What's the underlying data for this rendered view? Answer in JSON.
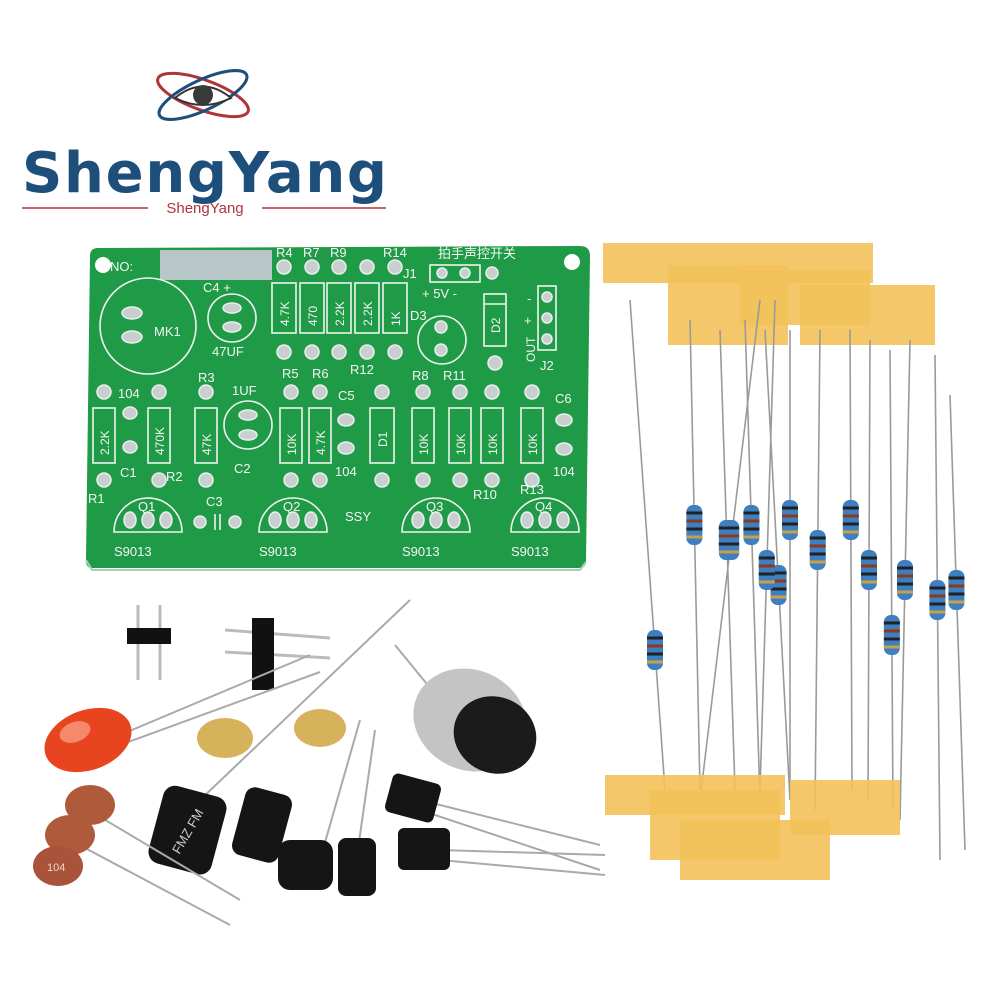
{
  "logo": {
    "brand": "ShengYang",
    "subtitle": "ShengYang",
    "colors": {
      "blue": "#1d4f7a",
      "red": "#b0343c"
    }
  },
  "pcb": {
    "color": "#1f9a47",
    "no_label": "NO:",
    "title_cn": "拍手声控开关",
    "brand_mark": "SSY",
    "mic": "MK1",
    "labels": {
      "r4": "R4",
      "r7": "R7",
      "r9": "R9",
      "r14": "R14",
      "j1": "J1",
      "j2": "J2",
      "v5": "+ 5V -",
      "out": "OUT",
      "out_plus": "+",
      "out_minus": "-",
      "c4": "C4 +",
      "c4_val": "47UF",
      "d3": "D3",
      "d2": "D2",
      "d1": "D1",
      "r5": "R5",
      "r6": "R6",
      "r12": "R12",
      "r8": "R8",
      "r11": "R11",
      "r3": "R3",
      "c1_val": "104",
      "c2_val": "1UF",
      "c2": "C2",
      "c5": "C5",
      "c5_val": "104",
      "c6": "C6",
      "c6_val": "104",
      "c1": "C1",
      "r1": "R1",
      "r2": "R2",
      "c3": "C3",
      "r10": "R10",
      "r13": "R13",
      "q1": "Q1",
      "q2": "Q2",
      "q3": "Q3",
      "q4": "Q4",
      "q1_type": "S9013",
      "q2_type": "S9013",
      "q3_type": "S9013",
      "q4_type": "S9013"
    },
    "resistors_top": [
      "4.7K",
      "470",
      "2.2K",
      "2.2K",
      "1K"
    ],
    "resistors_bottom": [
      "2.2K",
      "470K",
      "47K",
      "10K",
      "4.7K",
      "10K",
      "10K",
      "10K",
      "10K"
    ]
  },
  "parts": {
    "electrolytic_marking": "FMZ FM",
    "ceramic_marking": "104"
  }
}
